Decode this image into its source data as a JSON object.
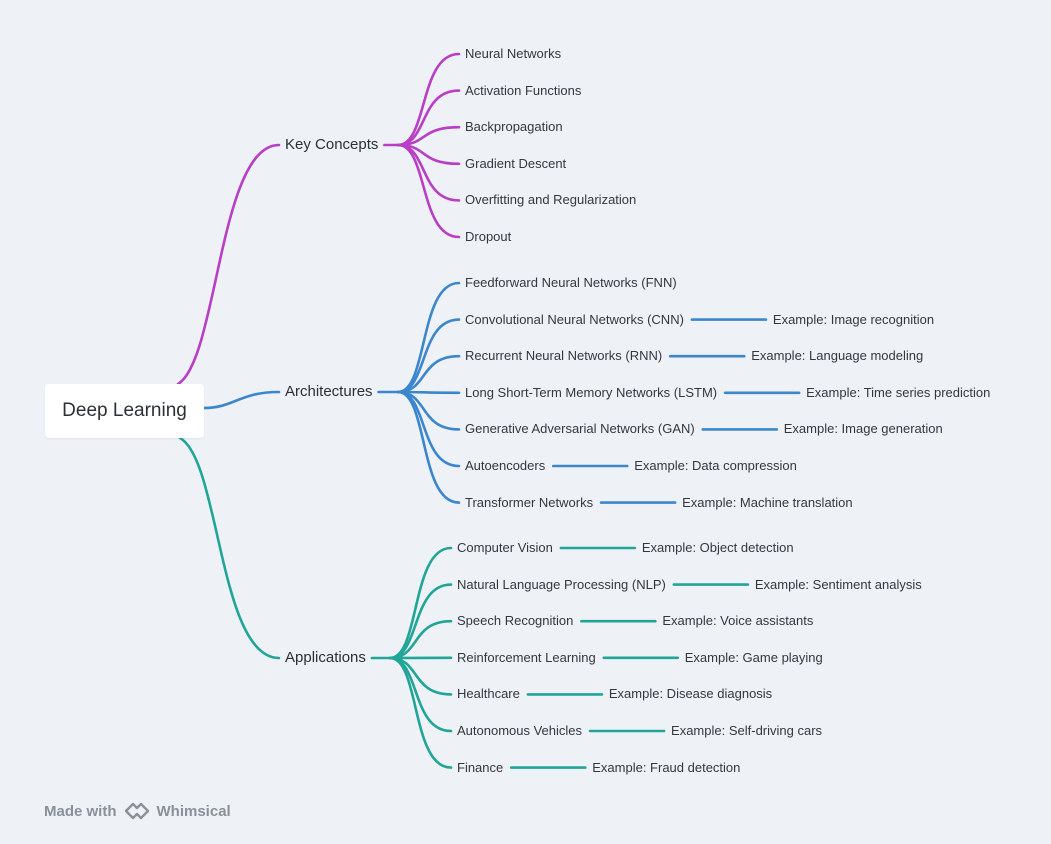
{
  "root": {
    "label": "Deep Learning"
  },
  "colors": {
    "key": "#b83ec6",
    "arch": "#3b86cc",
    "apps": "#20a596"
  },
  "branches": [
    {
      "key": "key",
      "label": "Key Concepts",
      "children": [
        {
          "label": "Neural Networks"
        },
        {
          "label": "Activation Functions"
        },
        {
          "label": "Backpropagation"
        },
        {
          "label": "Gradient Descent"
        },
        {
          "label": "Overfitting and Regularization"
        },
        {
          "label": "Dropout"
        }
      ]
    },
    {
      "key": "arch",
      "label": "Architectures",
      "children": [
        {
          "label": "Feedforward Neural Networks (FNN)"
        },
        {
          "label": "Convolutional Neural Networks (CNN)",
          "example": "Example: Image recognition"
        },
        {
          "label": "Recurrent Neural Networks (RNN)",
          "example": "Example: Language modeling"
        },
        {
          "label": "Long Short-Term Memory Networks (LSTM)",
          "example": "Example: Time series prediction"
        },
        {
          "label": "Generative Adversarial Networks (GAN)",
          "example": "Example: Image generation"
        },
        {
          "label": "Autoencoders",
          "example": "Example: Data compression"
        },
        {
          "label": "Transformer Networks",
          "example": "Example: Machine translation"
        }
      ]
    },
    {
      "key": "apps",
      "label": "Applications",
      "children": [
        {
          "label": "Computer Vision",
          "example": "Example: Object detection"
        },
        {
          "label": "Natural Language Processing (NLP)",
          "example": "Example: Sentiment analysis"
        },
        {
          "label": "Speech Recognition",
          "example": "Example: Voice assistants"
        },
        {
          "label": "Reinforcement Learning",
          "example": "Example: Game playing"
        },
        {
          "label": "Healthcare",
          "example": "Example: Disease diagnosis"
        },
        {
          "label": "Autonomous Vehicles",
          "example": "Example: Self-driving cars"
        },
        {
          "label": "Finance",
          "example": "Example: Fraud detection"
        }
      ]
    }
  ],
  "footer": {
    "made_with": "Made with",
    "brand": "Whimsical"
  }
}
